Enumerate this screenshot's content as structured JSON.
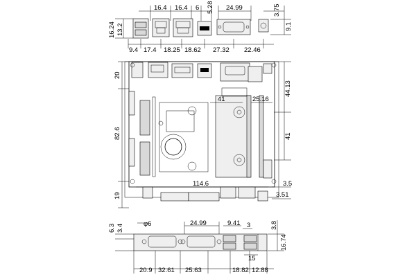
{
  "drawing": {
    "top_view": {
      "dims_top": [
        "16.4",
        "16.4",
        "6",
        "5.28",
        "24.99",
        "3.75"
      ],
      "dims_bottom": [
        "9.4",
        "17.4",
        "18.25",
        "18.62",
        "27.32",
        "22.46"
      ],
      "dims_left": [
        "16.24",
        "13.2"
      ],
      "dims_right": [
        "9.1"
      ]
    },
    "board_view": {
      "dims_left": [
        "20",
        "82.6",
        "19"
      ],
      "dims_right": [
        "44.13",
        "41",
        "3.5",
        "3.51"
      ],
      "dims_inner": [
        "41",
        "25.16",
        "114.6"
      ]
    },
    "bottom_view": {
      "dims_top": [
        "φ6",
        "24.99",
        "9.41",
        "3"
      ],
      "dims_left": [
        "6.3",
        "3.4"
      ],
      "dims_right": [
        "3.8",
        "16.74"
      ],
      "dims_bottom": [
        "20.9",
        "32.61",
        "25.63",
        "18.82",
        "12.88"
      ],
      "dims_small": [
        "15"
      ]
    }
  }
}
